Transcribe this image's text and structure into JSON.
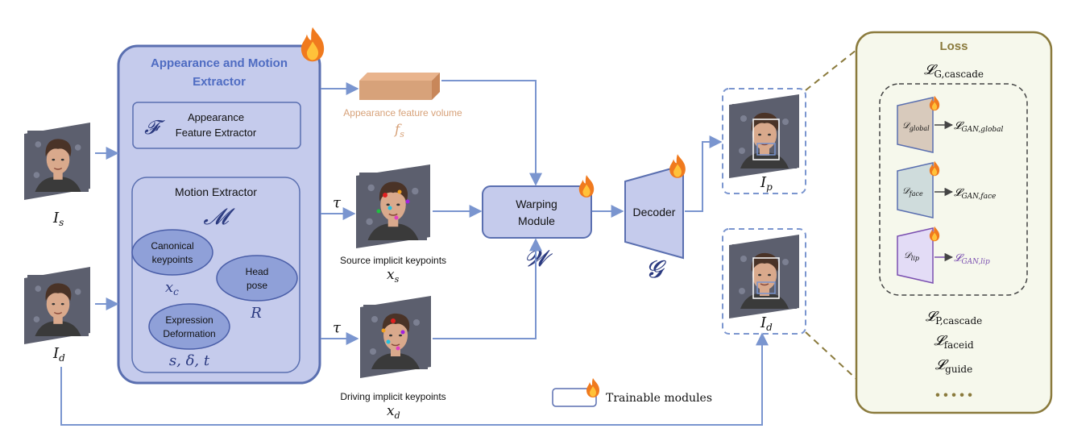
{
  "extractor": {
    "title_line1": "Appearance and Motion",
    "title_line2": "Extractor",
    "appearance_symbol": "𝓕",
    "appearance_line1": "Appearance",
    "appearance_line2": "Feature Extractor",
    "motion_title": "Motion Extractor",
    "motion_symbol": "𝓜",
    "canonical_line1": "Canonical",
    "canonical_line2": "keypoints",
    "canonical_symbol": "x",
    "canonical_sub": "c",
    "head_line1": "Head",
    "head_line2": "pose",
    "head_symbol": "R",
    "expression_line1": "Expression",
    "expression_line2": "Deformation",
    "expression_symbol": "s, δ, t"
  },
  "inputs": {
    "source_symbol": "I",
    "source_sub": "s",
    "driving_symbol": "I",
    "driving_sub": "d"
  },
  "feature_volume": {
    "label": "Appearance feature volume",
    "symbol": "f",
    "sub": "s"
  },
  "keypoints": {
    "tau": "τ",
    "source_label": "Source implicit keypoints",
    "source_symbol": "x",
    "source_sub": "s",
    "driving_label": "Driving implicit keypoints",
    "driving_symbol": "x",
    "driving_sub": "d"
  },
  "warping": {
    "line1": "Warping",
    "line2": "Module",
    "symbol": "𝓦"
  },
  "decoder": {
    "label": "Decoder",
    "symbol": "𝓖"
  },
  "outputs": {
    "pred_symbol": "I",
    "pred_sub": "p",
    "driving_symbol": "I",
    "driving_sub": "d"
  },
  "legend": {
    "label": "Trainable modules"
  },
  "loss": {
    "title": "Loss",
    "lg_cascade": "𝓛",
    "lg_cascade_sub": "G,cascade",
    "d_global": "𝒟",
    "d_global_sub": "global",
    "gan_global": "𝓛",
    "gan_global_sub": "GAN,global",
    "d_face": "𝒟",
    "d_face_sub": "face",
    "gan_face": "𝓛",
    "gan_face_sub": "GAN,face",
    "d_lip": "𝒟",
    "d_lip_sub": "lip",
    "gan_lip": "𝓛",
    "gan_lip_sub": "GAN,lip",
    "lp_cascade": "𝓛",
    "lp_cascade_sub": "P,cascade",
    "faceid": "𝓛",
    "faceid_sub": "faceid",
    "guide": "𝓛",
    "guide_sub": "guide",
    "ellipsis": "• • • • •"
  },
  "colors": {
    "module_fill": "#c5cbec",
    "module_stroke": "#5a6fb0",
    "arrow": "#7a95cf",
    "title_blue": "#4f6cc2",
    "feature_orange": "#d7a27a",
    "loss_border": "#8a7a3c",
    "loss_fill": "#f6f8ec",
    "global_fill": "#d8cabc",
    "face_fill": "#cfdcdc",
    "lip_fill": "#e3dcf6",
    "flame": "#f07a1e"
  }
}
